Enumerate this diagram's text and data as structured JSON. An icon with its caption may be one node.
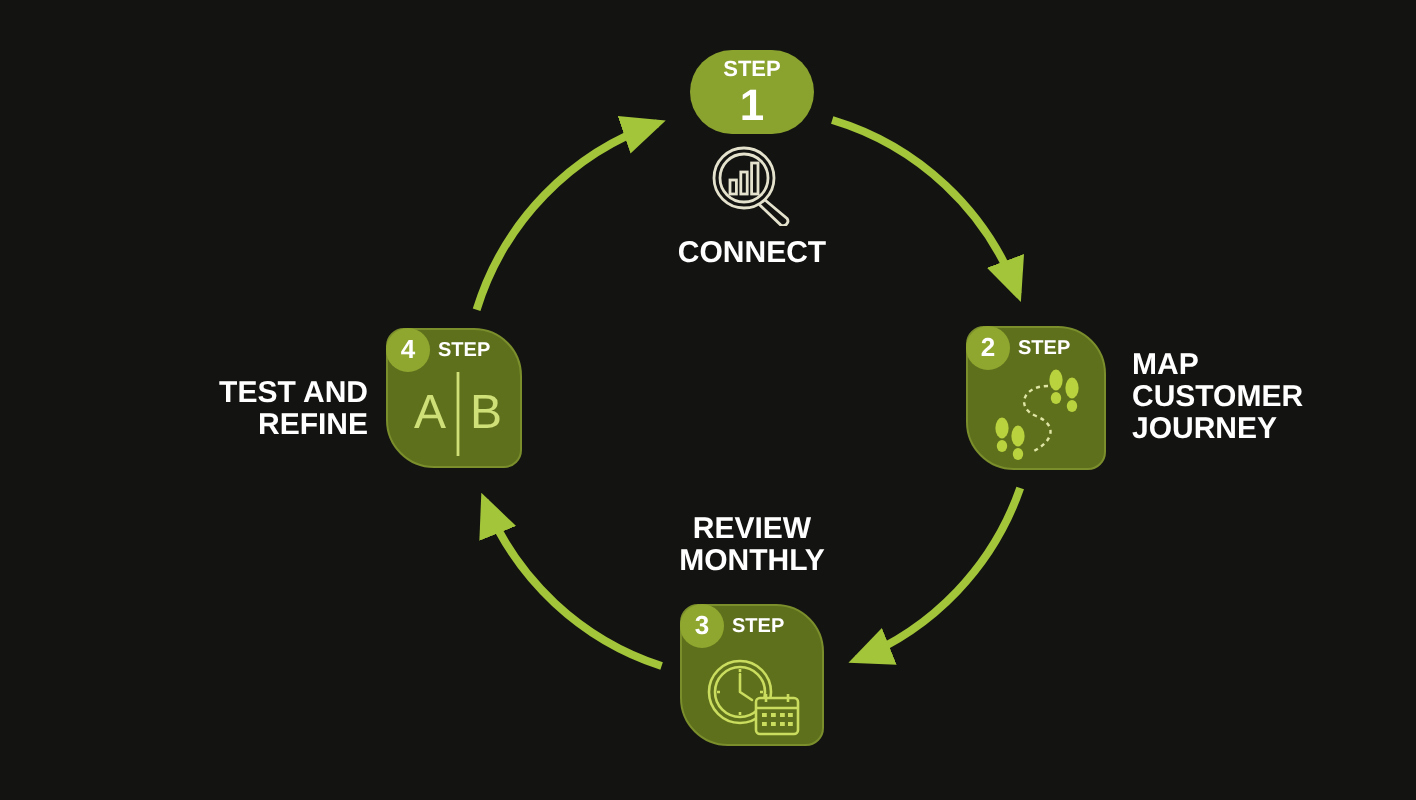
{
  "diagram": {
    "nodes": [
      {
        "text": [
          "STEP",
          "1"
        ],
        "beside": [
          "CONNECT"
        ]
      },
      {
        "text": [
          "2",
          "STEP"
        ],
        "beside": [
          "MAP CUSTOMER JOURNEY"
        ]
      },
      {
        "text": [
          "3",
          "STEP"
        ],
        "beside": [
          "REVIEW MONTHLY"
        ]
      },
      {
        "text": [
          "4",
          "STEP",
          "A",
          "B"
        ],
        "beside": [
          "TEST AND REFINE"
        ]
      }
    ],
    "edges": [
      {
        "from": 0,
        "to": 1,
        "arrow": "to"
      },
      {
        "from": 1,
        "to": 2,
        "arrow": "to"
      },
      {
        "from": 2,
        "to": 3,
        "arrow": "to"
      },
      {
        "from": 3,
        "to": 0,
        "arrow": "to"
      }
    ]
  }
}
